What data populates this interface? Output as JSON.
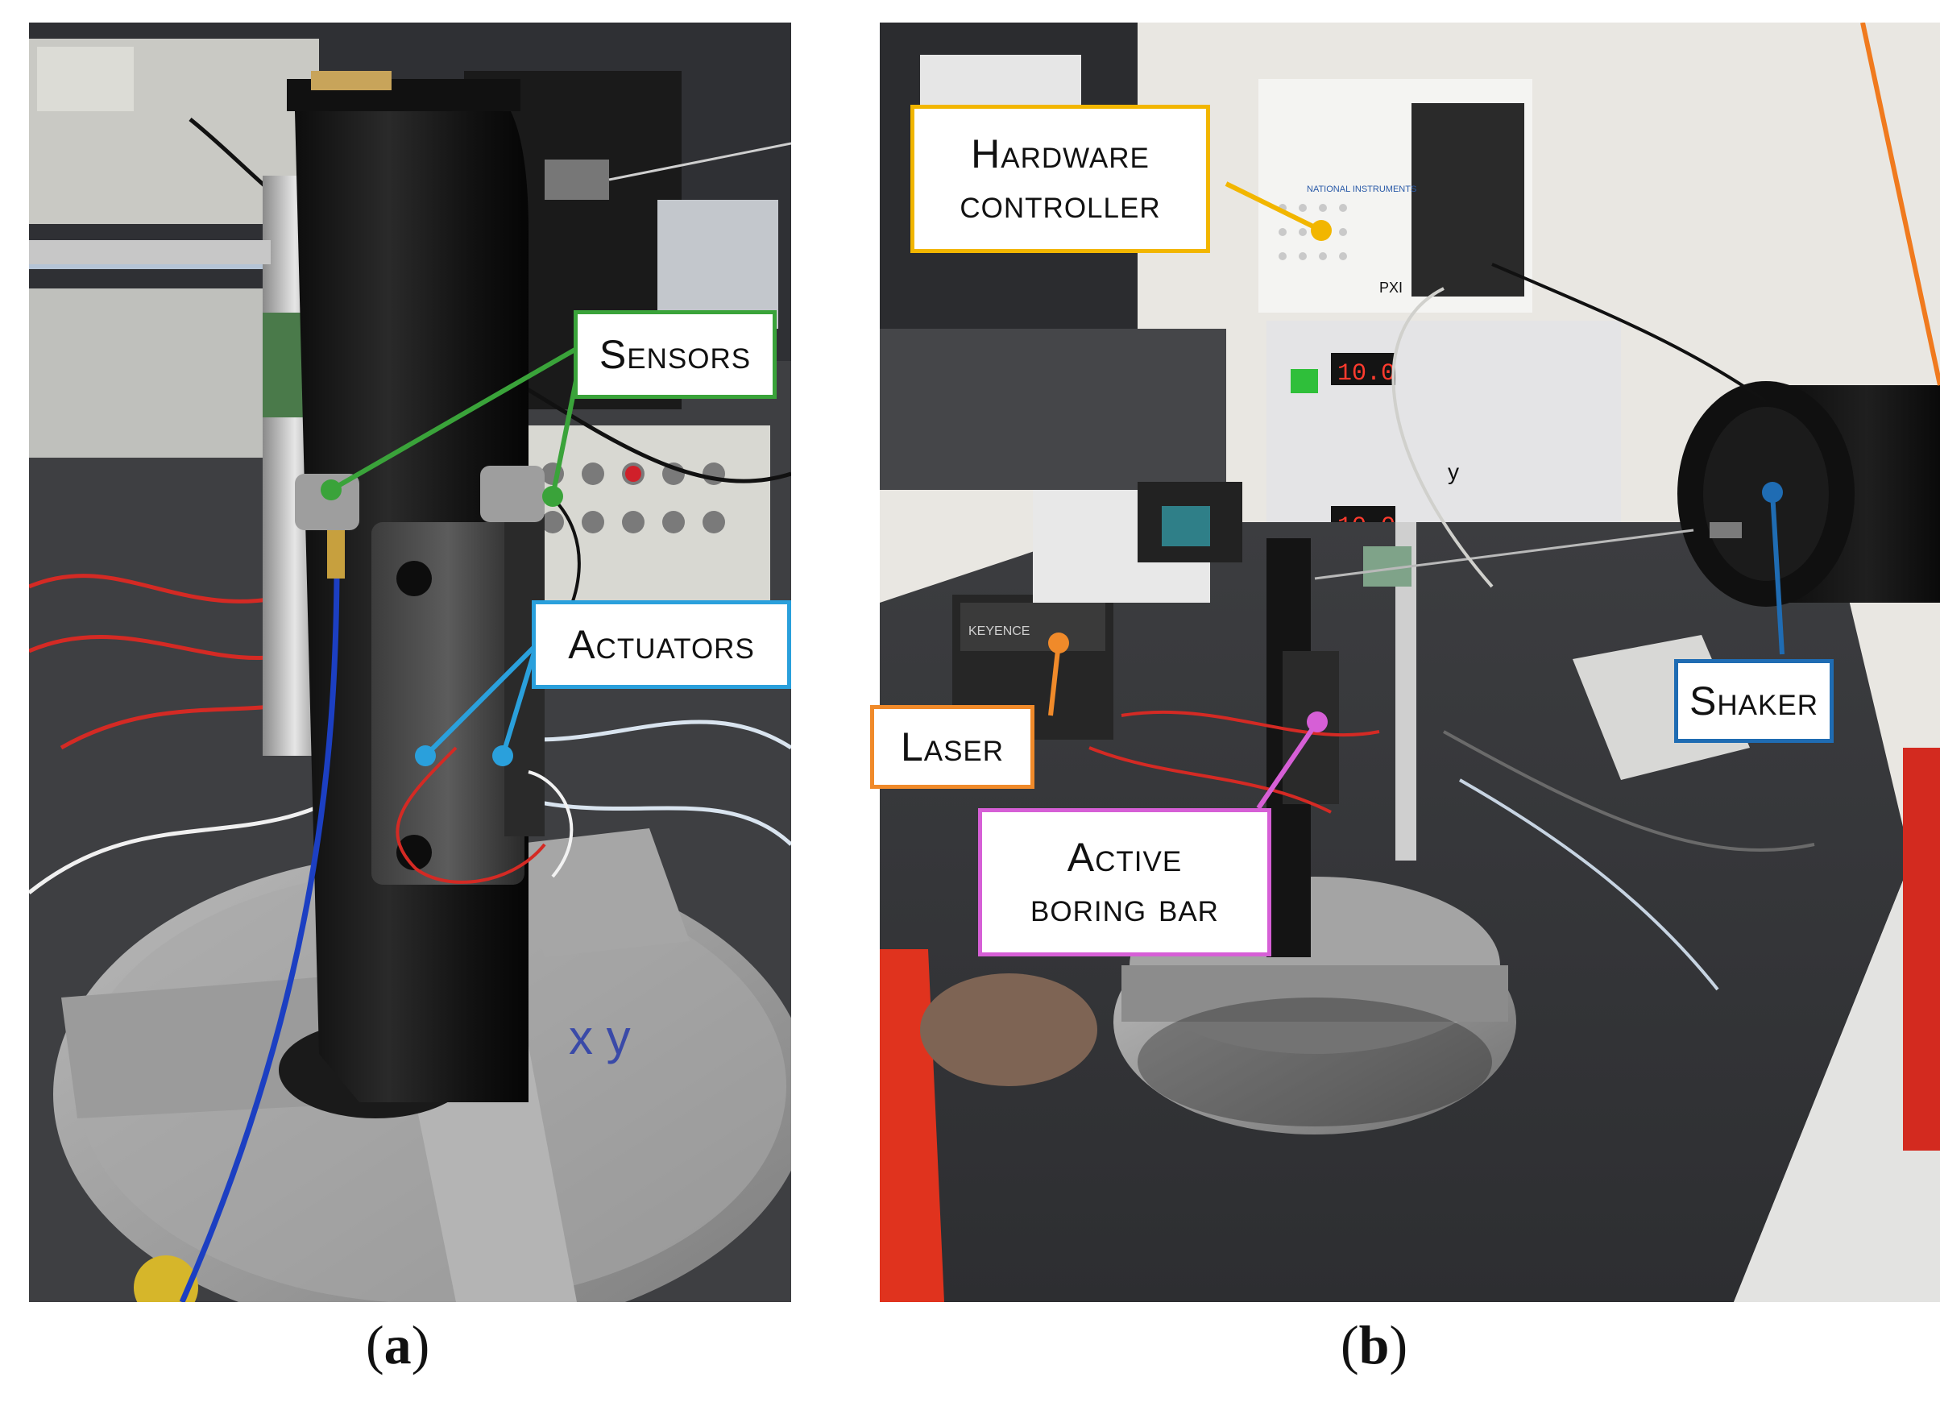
{
  "panel_a": {
    "caption_open": "(",
    "caption_letter": "a",
    "caption_close": ")",
    "callouts": {
      "sensors": "Sensors",
      "actuators": "Actuators"
    }
  },
  "panel_b": {
    "caption_open": "(",
    "caption_letter": "b",
    "caption_close": ")",
    "callouts": {
      "hardware_line1": "Hardware",
      "hardware_line2": "controller",
      "laser": "Laser",
      "shaker": "Shaker",
      "boring_line1": "Active",
      "boring_line2": "boring bar"
    }
  },
  "photo_text": {
    "display_1": "10.0",
    "display_2": "10.0",
    "brand_keyence": "KEYENCE",
    "brand_ni": "NATIONAL INSTRUMENTS",
    "pxi": "PXI",
    "hand_mark": "y",
    "chalk_marks": "x y"
  },
  "colors": {
    "sensors": "#3aa33a",
    "actuators": "#2aa0dc",
    "hardware": "#f2b600",
    "laser": "#f08a2a",
    "shaker": "#1f6cb3",
    "boring_bar": "#d65fd6"
  }
}
